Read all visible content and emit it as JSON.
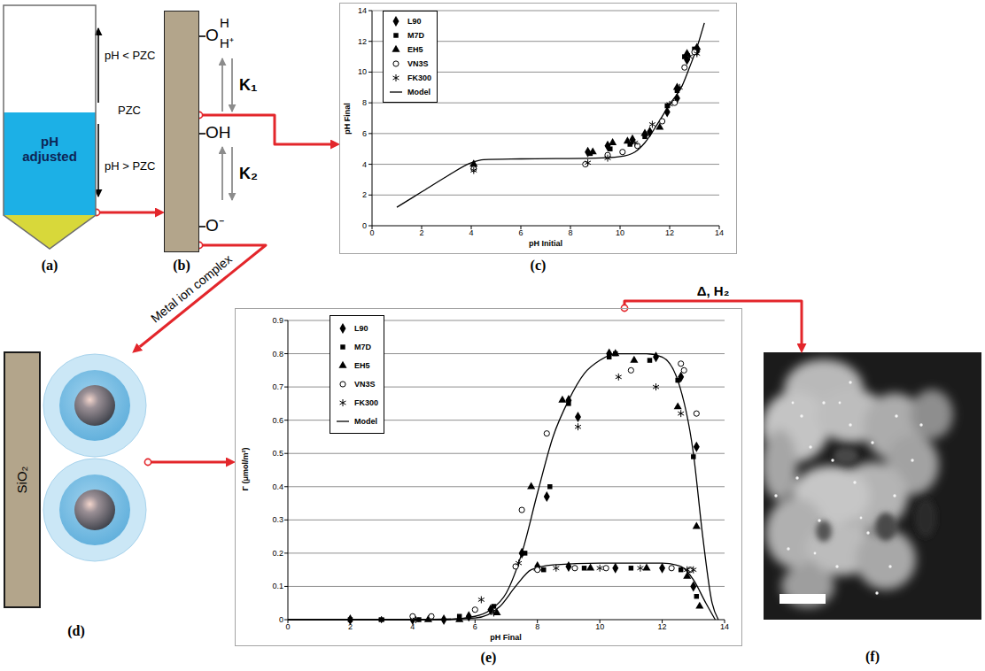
{
  "diagram": {
    "nodes": [
      {
        "text": [
          "pH adjusted",
          "(a)"
        ]
      },
      {
        "text": [
          "(b)"
        ]
      },
      {
        "text": [
          "(c)"
        ]
      },
      {
        "text": [
          "SiO₂",
          "(d)"
        ]
      },
      {
        "text": [
          "(e)"
        ]
      },
      {
        "text": [
          "(f)"
        ]
      }
    ],
    "edges": [
      {
        "from": 0,
        "to": 1,
        "arrow": "to"
      },
      {
        "from": 1,
        "to": 2,
        "arrow": "to"
      },
      {
        "from": 1,
        "to": 3,
        "label": "Metal ion complex",
        "arrow": "to"
      },
      {
        "from": 3,
        "to": 4,
        "arrow": "to"
      },
      {
        "from": 4,
        "to": 5,
        "label": "Δ, H₂",
        "arrow": "to"
      }
    ],
    "labels": [
      "O",
      "H",
      "H⁺",
      "K₁",
      "OH",
      "K₂",
      "O⁻",
      "pH < PZC",
      "PZC",
      "pH > PZC",
      "pH Final",
      "pH Initial",
      "0",
      "2",
      "4",
      "6",
      "8",
      "10",
      "12",
      "14",
      "0",
      "2",
      "4",
      "6",
      "8",
      "10",
      "12",
      "14",
      "Γ (μmol/m²)",
      "pH Final",
      "0",
      "0.1",
      "0.2",
      "0.3",
      "0.4",
      "0.5",
      "0.6",
      "0.7",
      "0.8",
      "0.9",
      "0",
      "2",
      "4",
      "6",
      "8",
      "10",
      "12",
      "14"
    ],
    "legend": [
      {
        "text": "L90"
      },
      {
        "text": "M7D"
      },
      {
        "text": "EH5"
      },
      {
        "text": "VN3S"
      },
      {
        "text": "FK300"
      },
      {
        "text": "Model"
      },
      {
        "text": "L90"
      },
      {
        "text": "M7D"
      },
      {
        "text": "EH5"
      },
      {
        "text": "VN3S"
      },
      {
        "text": "FK300"
      },
      {
        "text": "Model"
      }
    ]
  }
}
